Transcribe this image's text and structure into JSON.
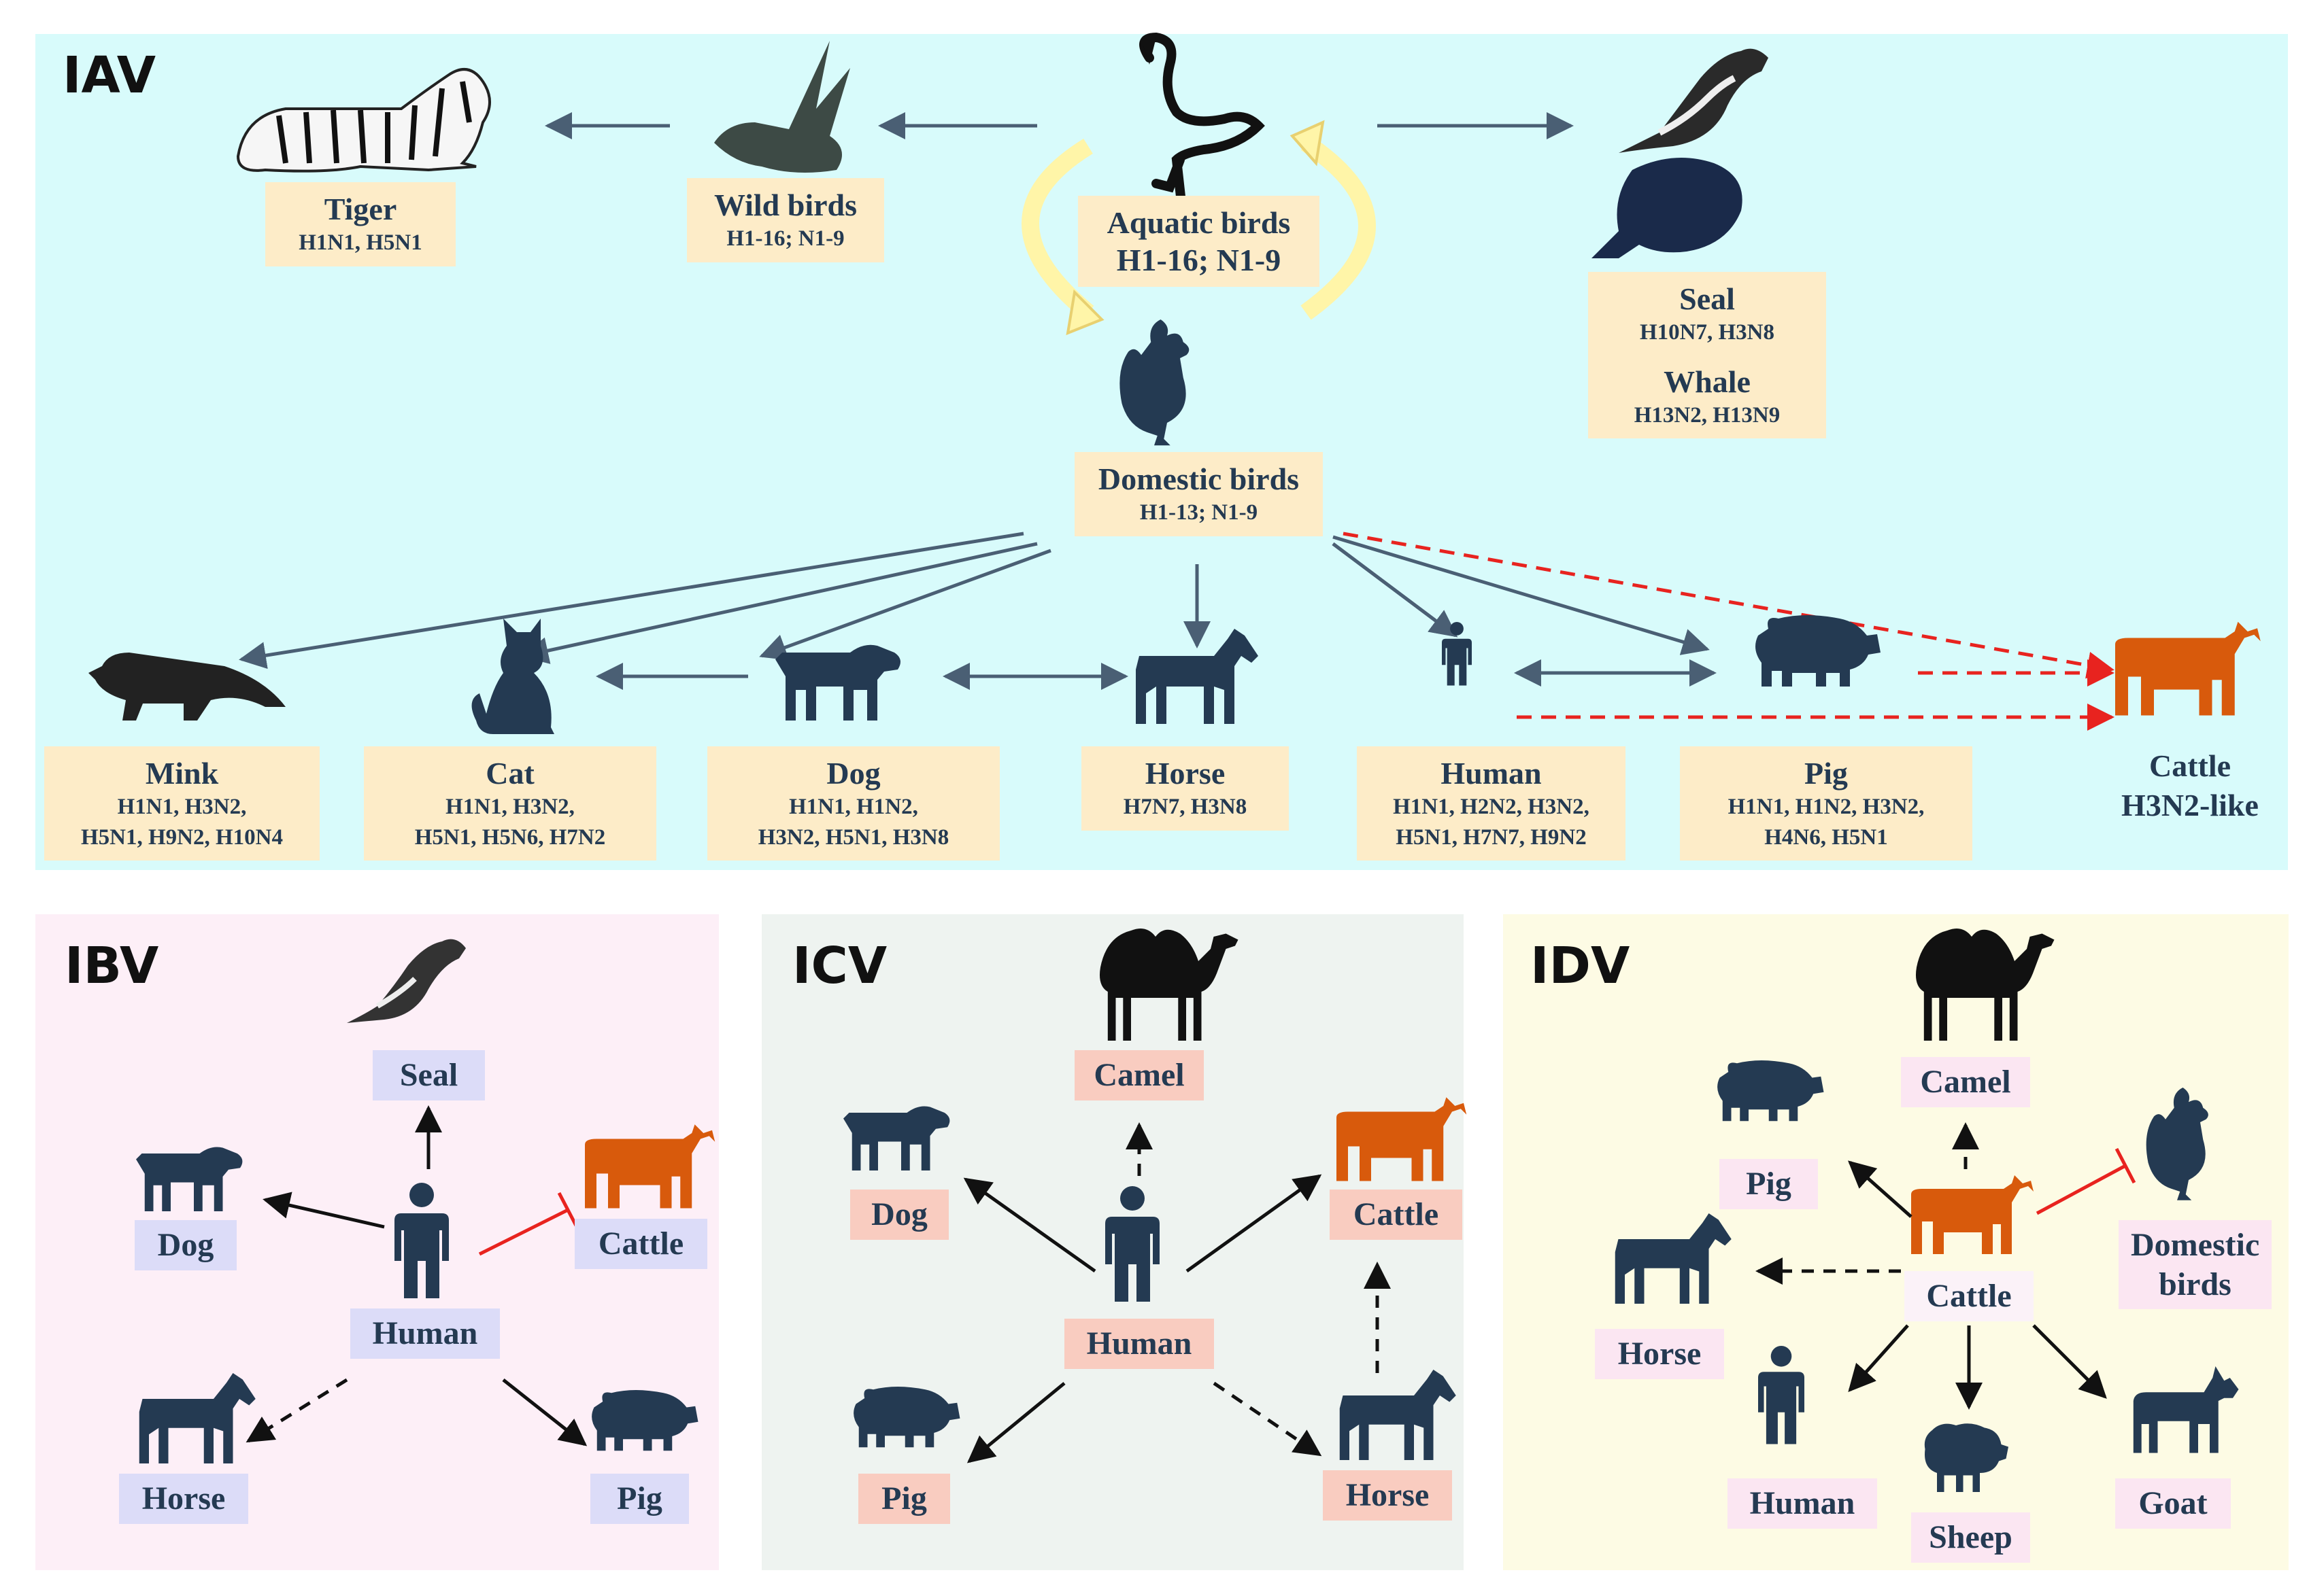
{
  "iav": {
    "title": "IAV",
    "tiger": {
      "name": "Tiger",
      "sub": "H1N1, H5N1"
    },
    "wild_birds": {
      "name": "Wild birds",
      "sub": "H1-16; N1-9"
    },
    "aquatic_birds": {
      "name": "Aquatic birds",
      "sub": "H1-16; N1-9"
    },
    "seal_whale": {
      "seal": "Seal",
      "seal_sub": "H10N7, H3N8",
      "whale": "Whale",
      "whale_sub": "H13N2, H13N9"
    },
    "domestic_birds": {
      "name": "Domestic birds",
      "sub": "H1-13; N1-9"
    },
    "mink": {
      "name": "Mink",
      "sub1": "H1N1, H3N2,",
      "sub2": "H5N1, H9N2, H10N4"
    },
    "cat": {
      "name": "Cat",
      "sub1": "H1N1, H3N2,",
      "sub2": "H5N1, H5N6, H7N2"
    },
    "dog": {
      "name": "Dog",
      "sub1": "H1N1, H1N2,",
      "sub2": "H3N2, H5N1, H3N8"
    },
    "horse": {
      "name": "Horse",
      "sub1": "H7N7, H3N8"
    },
    "human": {
      "name": "Human",
      "sub1": "H1N1, H2N2, H3N2,",
      "sub2": "H5N1, H7N7, H9N2"
    },
    "pig": {
      "name": "Pig",
      "sub1": "H1N1, H1N2, H3N2,",
      "sub2": "H4N6, H5N1"
    },
    "cattle": {
      "name": "Cattle",
      "sub": "H3N2-like"
    }
  },
  "ibv": {
    "title": "IBV",
    "seal": "Seal",
    "dog": "Dog",
    "cattle": "Cattle",
    "human": "Human",
    "horse": "Horse",
    "pig": "Pig"
  },
  "icv": {
    "title": "ICV",
    "camel": "Camel",
    "dog": "Dog",
    "cattle": "Cattle",
    "human": "Human",
    "pig": "Pig",
    "horse": "Horse"
  },
  "idv": {
    "title": "IDV",
    "camel": "Camel",
    "pig": "Pig",
    "domestic_birds_1": "Domestic",
    "domestic_birds_2": "birds",
    "cattle": "Cattle",
    "horse": "Horse",
    "human": "Human",
    "sheep": "Sheep",
    "goat": "Goat"
  },
  "colors": {
    "iav_bg": "#d8fbfb",
    "ibv_bg": "#fdeff7",
    "icv_bg": "#eef3f0",
    "idv_bg": "#fdfbe4",
    "silhouette": "#243a52",
    "cattle": "#d85a0c",
    "red_arrow": "#e8231f"
  }
}
